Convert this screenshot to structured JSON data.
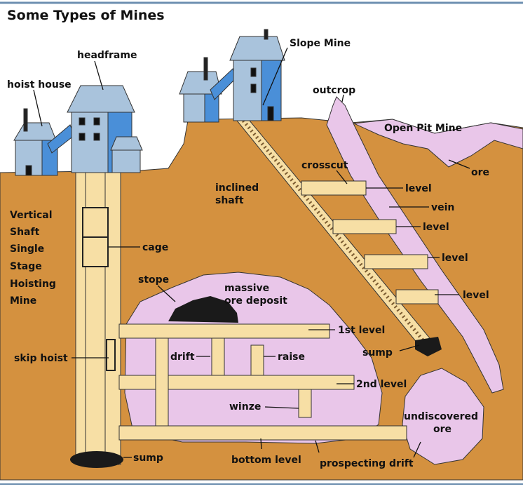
{
  "title": "Some Types of Mines",
  "colors": {
    "earth": "#d4913f",
    "ore": "#e9c6e9",
    "tunnel": "#f7dfa5",
    "roof": "#a9c3dc",
    "wall": "#4a8fd8",
    "rule": "#6d8fb0"
  },
  "labels": {
    "headframe": "headframe",
    "hoist_house": "hoist house",
    "slope_mine": "Slope Mine",
    "outcrop": "outcrop",
    "open_pit_mine": "Open Pit Mine",
    "ore": "ore",
    "crosscut": "crosscut",
    "inclined_shaft_1": "inclined",
    "inclined_shaft_2": "shaft",
    "level_1": "level",
    "vein": "vein",
    "level_2": "level",
    "level_3": "level",
    "level_4": "level",
    "vertical_1": "Vertical",
    "vertical_2": "Shaft",
    "vertical_3": "Single",
    "vertical_4": "Stage",
    "vertical_5": "Hoisting",
    "vertical_6": "Mine",
    "cage": "cage",
    "stope": "stope",
    "massive_1": "massive",
    "massive_2": "ore deposit",
    "first_level": "1st level",
    "sump_slope": "sump",
    "skip_hoist": "skip hoist",
    "drift": "drift",
    "raise": "raise",
    "second_level": "2nd level",
    "winze": "winze",
    "undiscovered_1": "undiscovered",
    "undiscovered_2": "ore",
    "sump_vertical": "sump",
    "bottom_level": "bottom level",
    "prospecting_drift": "prospecting drift"
  }
}
